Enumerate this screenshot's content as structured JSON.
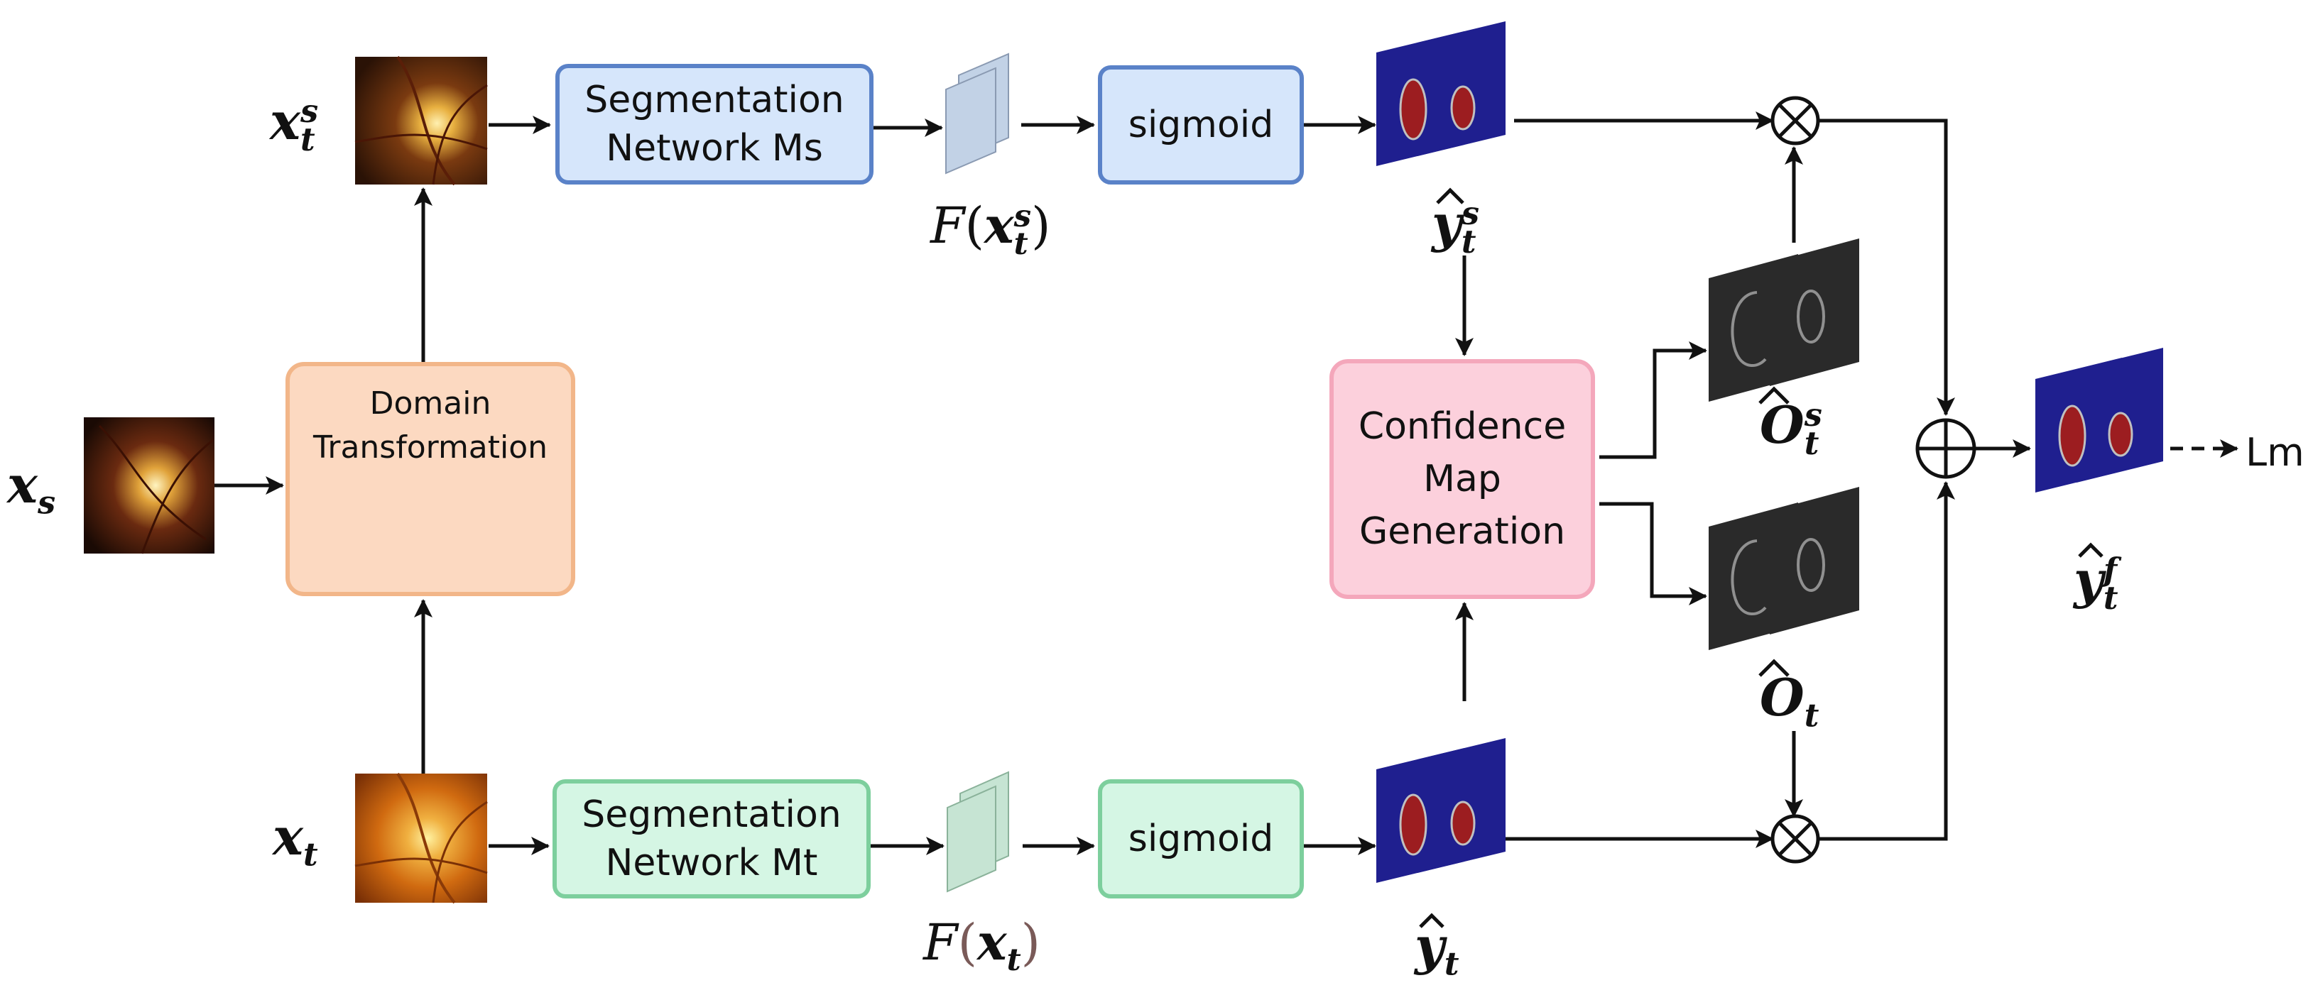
{
  "title": "",
  "nodes": {
    "seg_top": {
      "line1": "Segmentation",
      "line2": "Network Ms"
    },
    "sigmoid_top": {
      "label": "sigmoid"
    },
    "seg_bottom": {
      "line1": "Segmentation",
      "line2": "Network Mt"
    },
    "sigmoid_bottom": {
      "label": "sigmoid"
    },
    "confidence": {
      "line1": "Confidence",
      "line2": "Map",
      "line3": "Generation"
    },
    "domain": {
      "line1": "Domain",
      "line2": "Transformation"
    }
  },
  "labels": {
    "x_s": {
      "base": "x",
      "sub": "s"
    },
    "x_t_s": {
      "base": "x",
      "sub": "t",
      "sup": "s"
    },
    "x_t": {
      "base": "x",
      "sub": "t"
    },
    "F_top": {
      "fn": "F",
      "base": "x",
      "sub": "t",
      "sup": "s"
    },
    "F_bottom": {
      "fn": "F",
      "base": "x",
      "sub": "t"
    },
    "y_t_s": {
      "base": "y",
      "sub": "t",
      "sup": "s"
    },
    "y_t": {
      "base": "y",
      "sub": "t"
    },
    "O_t_s": {
      "base": "O",
      "sub": "t",
      "sup": "s"
    },
    "O_t": {
      "base": "O",
      "sub": "t"
    },
    "y_t_f": {
      "base": "y",
      "sub": "t",
      "sup": "f"
    },
    "loss": "Lm"
  },
  "operators": {
    "multiply": "⊗",
    "add": "⊕"
  },
  "colors": {
    "seg_top_fill": "#d6e6fb",
    "seg_top_border": "#5a82c8",
    "seg_bottom_fill": "#d5f6e4",
    "seg_bottom_border": "#7dcf9d",
    "confidence_fill": "#fcd0dc",
    "confidence_border": "#f4a7bb",
    "domain_fill": "#fcd9c1",
    "domain_border": "#f2b689",
    "feature_top": "#c2d2e6",
    "feature_bottom": "#c6e4d3",
    "mask_bg": "#1f1f8f",
    "mask_disc": "#9c1d20",
    "confidence_map": "#2a2a2a"
  }
}
